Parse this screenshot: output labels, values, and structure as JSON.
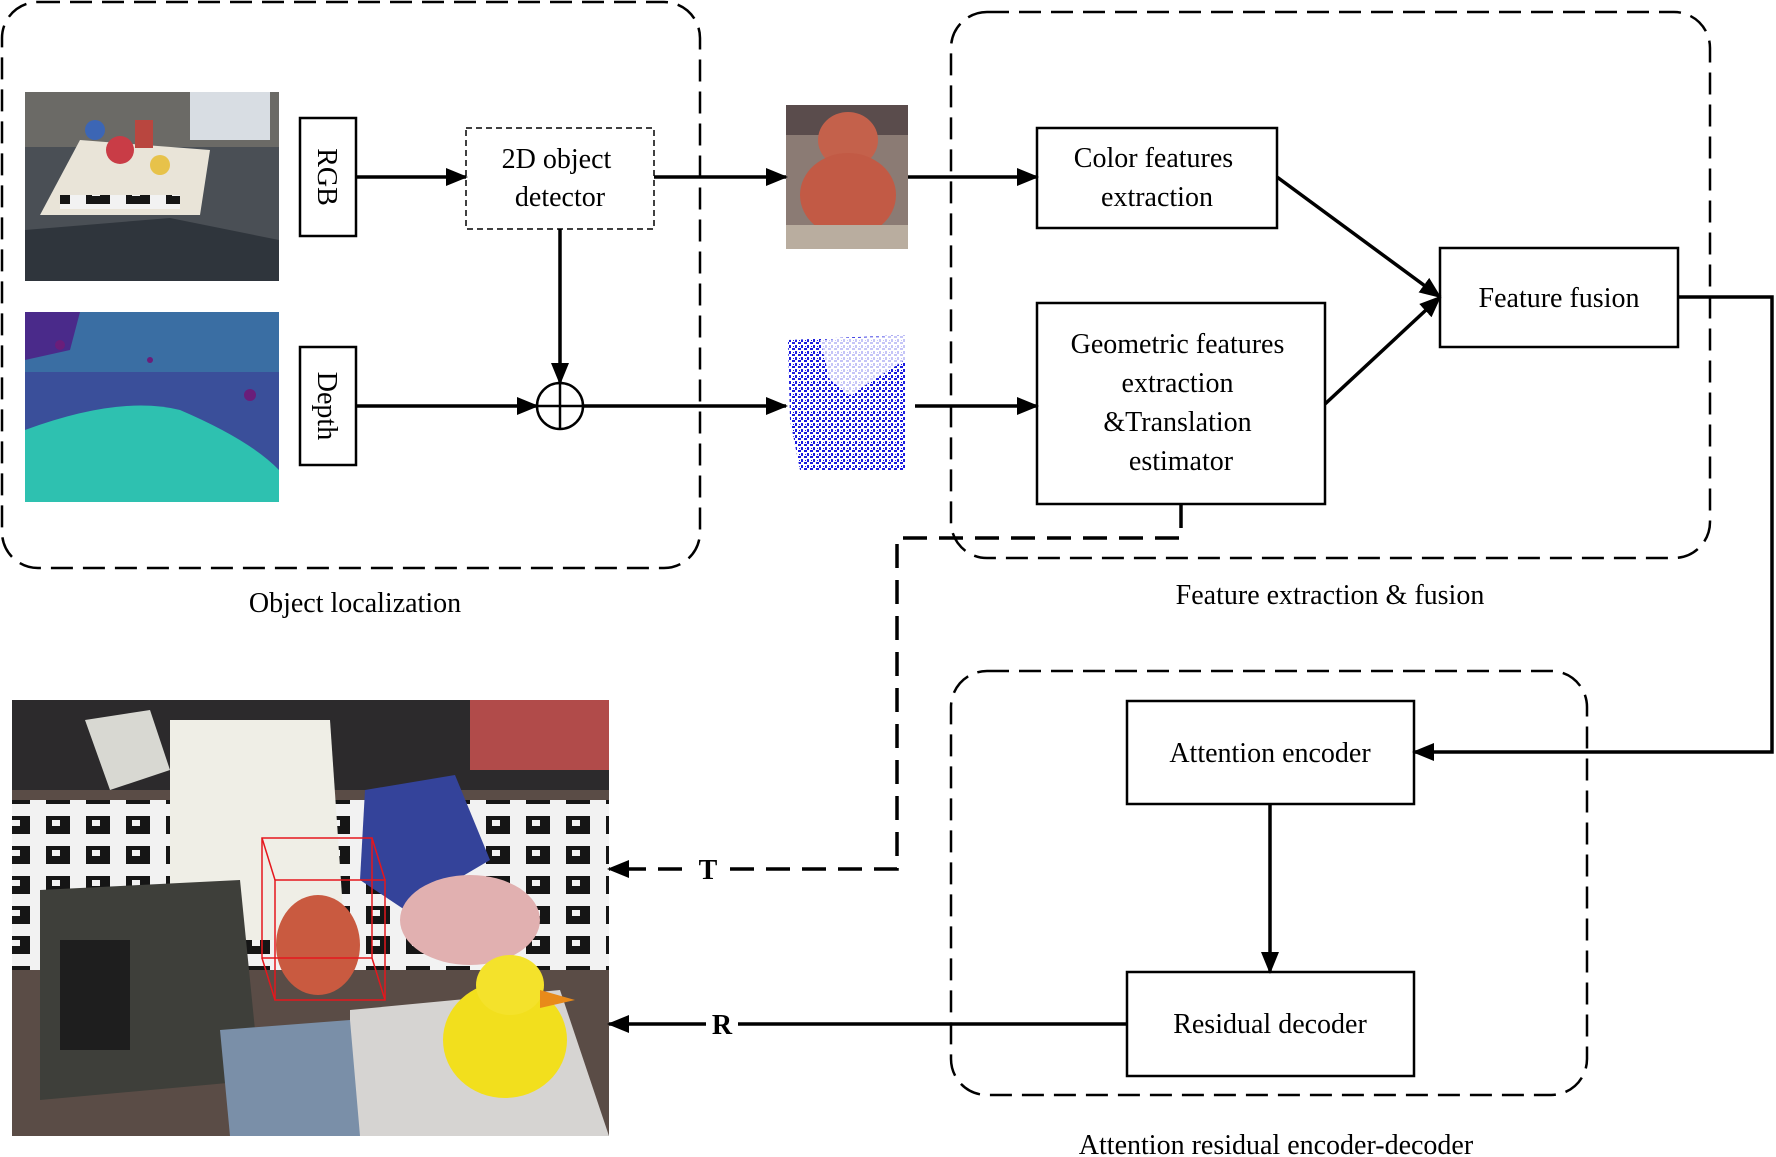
{
  "groups": {
    "localization": "Object localization",
    "feature": "Feature extraction & fusion",
    "attention": "Attention residual encoder-decoder"
  },
  "blocks": {
    "rgb": "RGB",
    "depth": "Depth",
    "detector": [
      "2D object",
      "detector"
    ],
    "color_features": [
      "Color features",
      "extraction"
    ],
    "geometric_features": [
      "Geometric features",
      "extraction",
      "&Translation",
      "estimator"
    ],
    "feature_fusion": "Feature fusion",
    "attention_encoder": "Attention encoder",
    "residual_decoder": "Residual decoder"
  },
  "outputs": {
    "translation": "T",
    "rotation": "R"
  }
}
